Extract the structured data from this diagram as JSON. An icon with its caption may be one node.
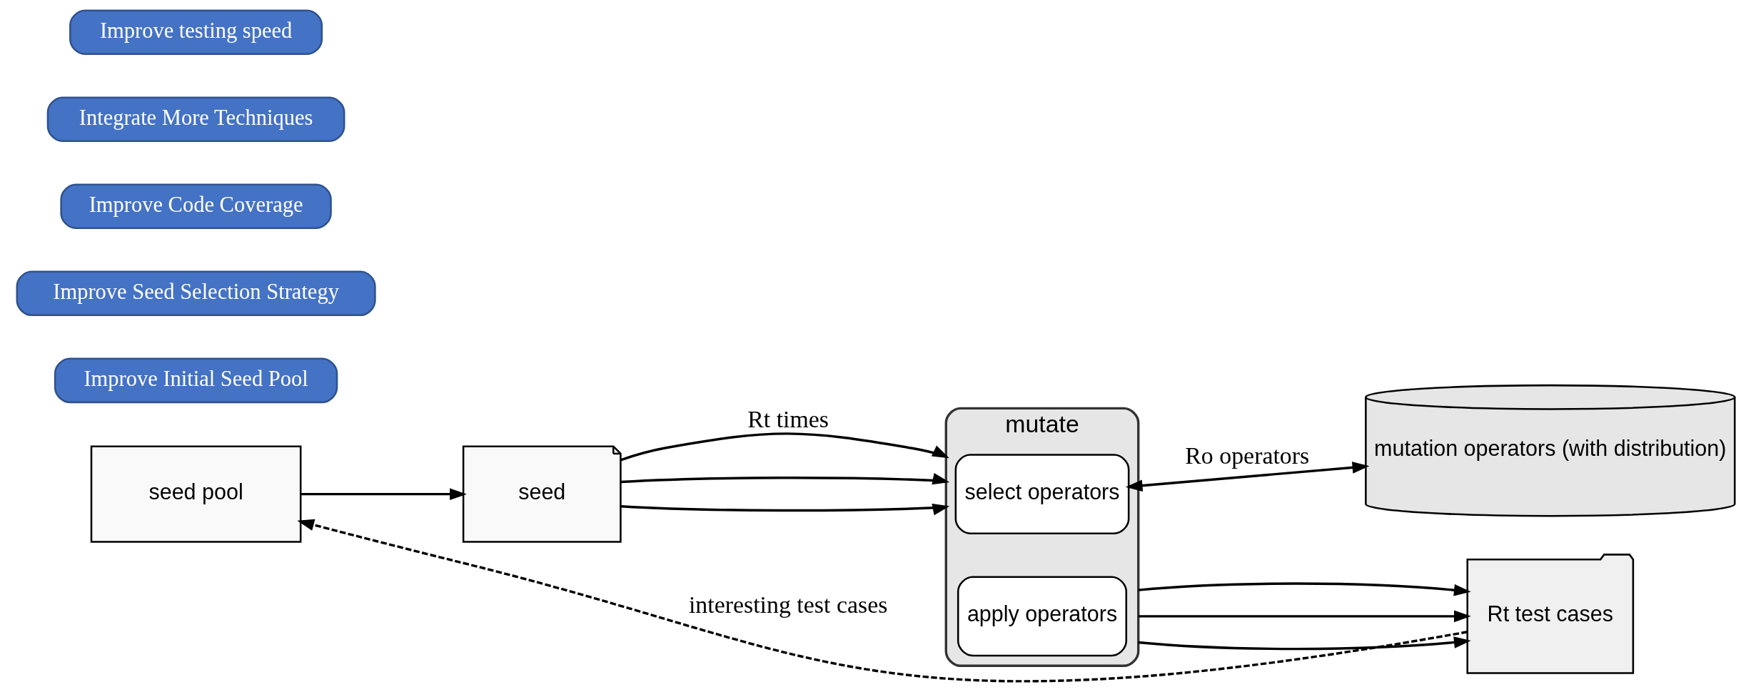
{
  "diagram": {
    "nodes": [
      {
        "text": [
          "seed pool"
        ]
      },
      {
        "text": [
          "seed"
        ]
      },
      {
        "text": [
          "mutate"
        ]
      },
      {
        "text": [
          "select operators"
        ],
        "in": 2
      },
      {
        "text": [
          "apply operators"
        ],
        "in": 2
      },
      {
        "text": [
          "Rt test cases"
        ]
      },
      {
        "text": [
          "mutation operators (with distribution)"
        ]
      },
      {
        "text": [
          "Improve Initial Seed Pool"
        ]
      },
      {
        "text": [
          "Improve Seed Selection Strategy"
        ]
      },
      {
        "text": [
          "Improve Code Coverage"
        ]
      },
      {
        "text": [
          "Integrate More Techniques"
        ]
      },
      {
        "text": [
          "Improve testing speed"
        ]
      }
    ],
    "edges": [
      {
        "from": 0,
        "to": 1,
        "arrow": "to"
      },
      {
        "from": 5,
        "to": 0,
        "arrow": "to",
        "style": "dashed",
        "label": "interesting test cases"
      },
      {
        "from": 1,
        "to": 2,
        "arrow": "to",
        "label": "Rt times"
      },
      {
        "from": 1,
        "to": 2,
        "arrow": "to"
      },
      {
        "from": 1,
        "to": 2,
        "arrow": "to"
      },
      {
        "from": 2,
        "to": 5,
        "arrow": "to"
      },
      {
        "from": 2,
        "to": 5,
        "arrow": "to"
      },
      {
        "from": 2,
        "to": 5,
        "arrow": "to"
      },
      {
        "from": 3,
        "to": 6,
        "arrow": "both",
        "label": "Ro operators"
      }
    ]
  }
}
